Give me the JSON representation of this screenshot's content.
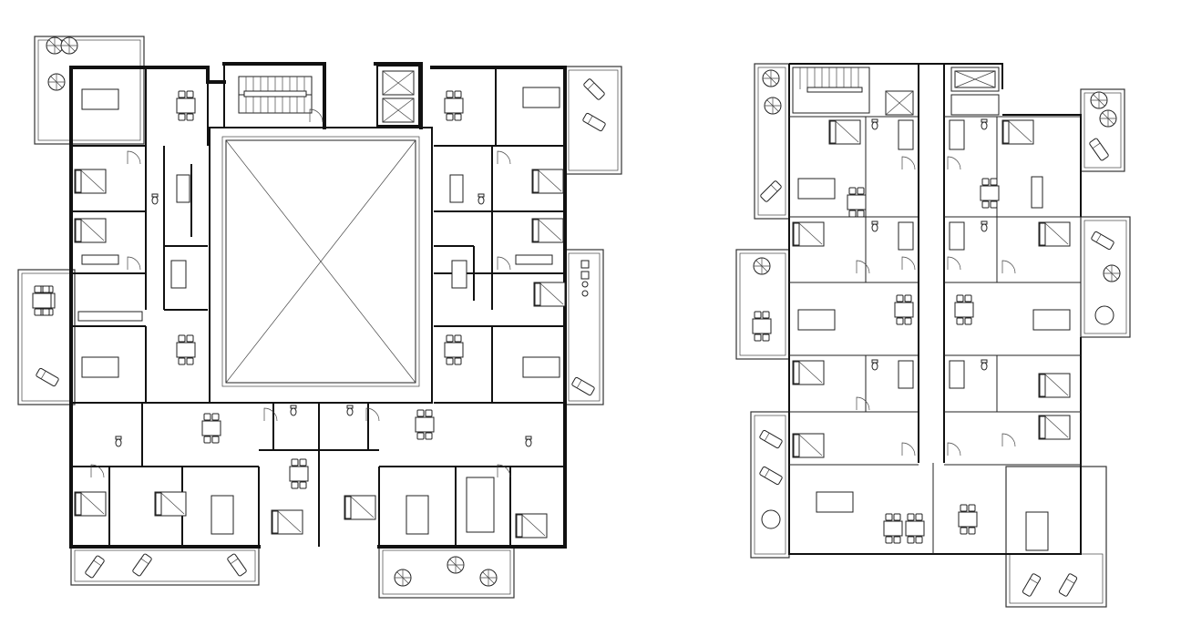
{
  "drawing": {
    "type": "architectural-floor-plan",
    "plans": [
      {
        "id": "plan-left",
        "kind": "courtyard-block"
      },
      {
        "id": "plan-right",
        "kind": "double-loaded-corridor-block"
      }
    ],
    "line_color": "#111111",
    "background": "#ffffff"
  },
  "icons": [
    "umbrella-table-icon",
    "sun-lounger-icon",
    "bed-icon",
    "dining-set-icon",
    "sofa-icon",
    "toilet-icon",
    "sink-icon",
    "bathtub-icon",
    "stair-icon",
    "elevator-icon",
    "door-swing-icon"
  ]
}
